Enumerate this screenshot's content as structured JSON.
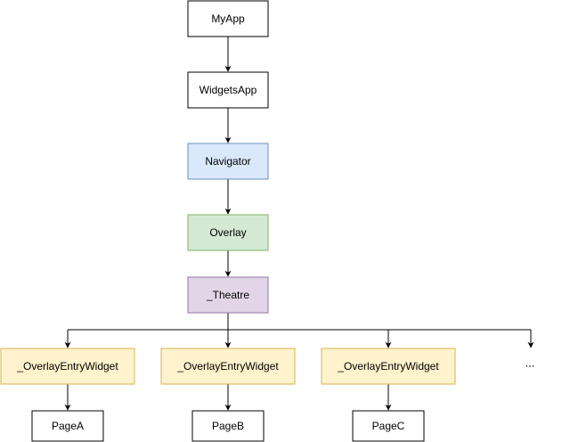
{
  "nodes": {
    "myapp": {
      "label": "MyApp",
      "fill": "#ffffff",
      "stroke": "#000000"
    },
    "widgetsapp": {
      "label": "WidgetsApp",
      "fill": "#ffffff",
      "stroke": "#000000"
    },
    "navigator": {
      "label": "Navigator",
      "fill": "#dae8fc",
      "stroke": "#6c8ebf"
    },
    "overlay": {
      "label": "Overlay",
      "fill": "#d5e8d4",
      "stroke": "#82b366"
    },
    "theatre": {
      "label": "_Theatre",
      "fill": "#e1d5e7",
      "stroke": "#9673a6"
    },
    "entry_a": {
      "label": "_OverlayEntryWidget",
      "fill": "#fff2cc",
      "stroke": "#d6b656"
    },
    "entry_b": {
      "label": "_OverlayEntryWidget",
      "fill": "#fff2cc",
      "stroke": "#d6b656"
    },
    "entry_c": {
      "label": "_OverlayEntryWidget",
      "fill": "#fff2cc",
      "stroke": "#d6b656"
    },
    "page_a": {
      "label": "PageA",
      "fill": "#ffffff",
      "stroke": "#000000"
    },
    "page_b": {
      "label": "PageB",
      "fill": "#ffffff",
      "stroke": "#000000"
    },
    "page_c": {
      "label": "PageC",
      "fill": "#ffffff",
      "stroke": "#000000"
    }
  },
  "more_children": {
    "label": "..."
  },
  "edges": [
    [
      "myapp",
      "widgetsapp"
    ],
    [
      "widgetsapp",
      "navigator"
    ],
    [
      "navigator",
      "overlay"
    ],
    [
      "overlay",
      "theatre"
    ],
    [
      "theatre",
      "entry_a"
    ],
    [
      "theatre",
      "entry_b"
    ],
    [
      "theatre",
      "entry_c"
    ],
    [
      "theatre",
      "more_children"
    ],
    [
      "entry_a",
      "page_a"
    ],
    [
      "entry_b",
      "page_b"
    ],
    [
      "entry_c",
      "page_c"
    ]
  ]
}
